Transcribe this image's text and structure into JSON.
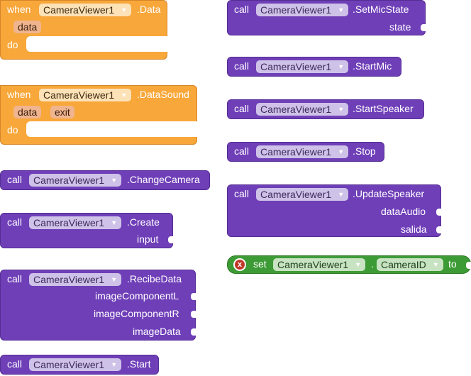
{
  "blocks": {
    "event_data": {
      "when": "when",
      "component": "CameraViewer1",
      "event": ".Data",
      "params": [
        "data"
      ],
      "do": "do"
    },
    "event_datasound": {
      "when": "when",
      "component": "CameraViewer1",
      "event": ".DataSound",
      "params": [
        "data",
        "exit"
      ],
      "do": "do"
    },
    "change_camera": {
      "call": "call",
      "component": "CameraViewer1",
      "method": ".ChangeCamera"
    },
    "create": {
      "call": "call",
      "component": "CameraViewer1",
      "method": ".Create",
      "args": [
        "input"
      ]
    },
    "recibe_data": {
      "call": "call",
      "component": "CameraViewer1",
      "method": ".RecibeData",
      "args": [
        "imageComponentL",
        "imageComponentR",
        "imageData"
      ]
    },
    "start": {
      "call": "call",
      "component": "CameraViewer1",
      "method": ".Start"
    },
    "set_mic_state": {
      "call": "call",
      "component": "CameraViewer1",
      "method": ".SetMicState",
      "args": [
        "state"
      ]
    },
    "start_mic": {
      "call": "call",
      "component": "CameraViewer1",
      "method": ".StartMic"
    },
    "start_speaker": {
      "call": "call",
      "component": "CameraViewer1",
      "method": ".StartSpeaker"
    },
    "stop": {
      "call": "call",
      "component": "CameraViewer1",
      "method": ".Stop"
    },
    "update_speaker": {
      "call": "call",
      "component": "CameraViewer1",
      "method": ".UpdateSpeaker",
      "args": [
        "dataAudio",
        "salida"
      ]
    },
    "set_camera_id": {
      "error_icon": "x",
      "set": "set",
      "component": "CameraViewer1",
      "dot": ".",
      "property": "CameraID",
      "to": "to"
    }
  },
  "colors": {
    "event": "#f8a73a",
    "method": "#6f3fb8",
    "setter": "#3d9b35",
    "error": "#c0392b"
  }
}
